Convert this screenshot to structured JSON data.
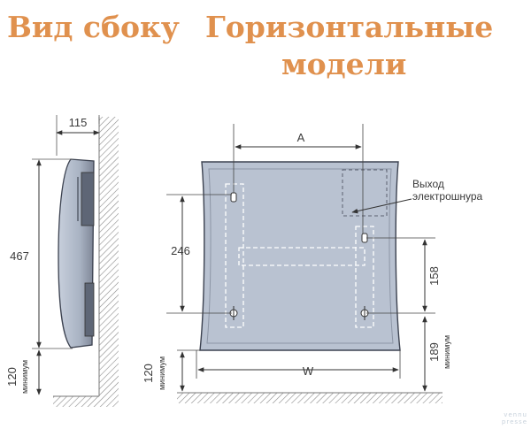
{
  "titles": {
    "side_view": "Вид сбоку",
    "horizontal_models_line1": "Горизонтальные",
    "horizontal_models_line2": "модели"
  },
  "side_view": {
    "depth_label": "115",
    "height_label": "467",
    "floor_clearance_label": "120",
    "floor_clearance_note": "минимум"
  },
  "front_view": {
    "width_a_label": "A",
    "width_w_label": "W",
    "bracket_height_label": "246",
    "cable_offset_label": "158",
    "cable_exit_line1": "Выход",
    "cable_exit_line2": "электрошнура",
    "floor_clearance_label": "120",
    "floor_clearance_note": "минимум",
    "right_clearance_label": "189",
    "right_clearance_note": "минимум"
  },
  "colors": {
    "title": "#e0914e",
    "panel_fill": "#b9c2d1",
    "panel_stroke": "#3c4250",
    "wall_hatch": "#8a8a8a",
    "dimension_lines": "#4a4a4a"
  },
  "watermark": [
    "vennu",
    "presse"
  ]
}
